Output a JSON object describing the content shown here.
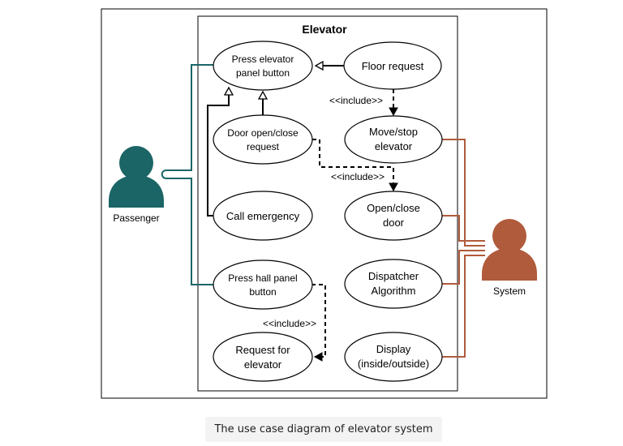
{
  "diagram": {
    "system_title": "Elevator",
    "actors": {
      "passenger": {
        "label": "Passenger",
        "color": "#1b6566"
      },
      "system": {
        "label": "System",
        "color": "#b05b3c"
      }
    },
    "use_cases": {
      "press_elevator_panel": [
        "Press elevator",
        "panel button"
      ],
      "floor_request": [
        "Floor request"
      ],
      "door_request": [
        "Door open/close",
        "request"
      ],
      "move_stop": [
        "Move/stop",
        "elevator"
      ],
      "call_emergency": [
        "Call emergency"
      ],
      "open_close_door": [
        "Open/close",
        "door"
      ],
      "press_hall_panel": [
        "Press hall panel",
        "button"
      ],
      "dispatcher": [
        "Dispatcher",
        "Algorithm"
      ],
      "request_elevator": [
        "Request for",
        "elevator"
      ],
      "display": [
        "Display",
        "(inside/outside)"
      ]
    },
    "include_label": "<<include>>"
  },
  "caption": "The use case diagram of elevator system"
}
